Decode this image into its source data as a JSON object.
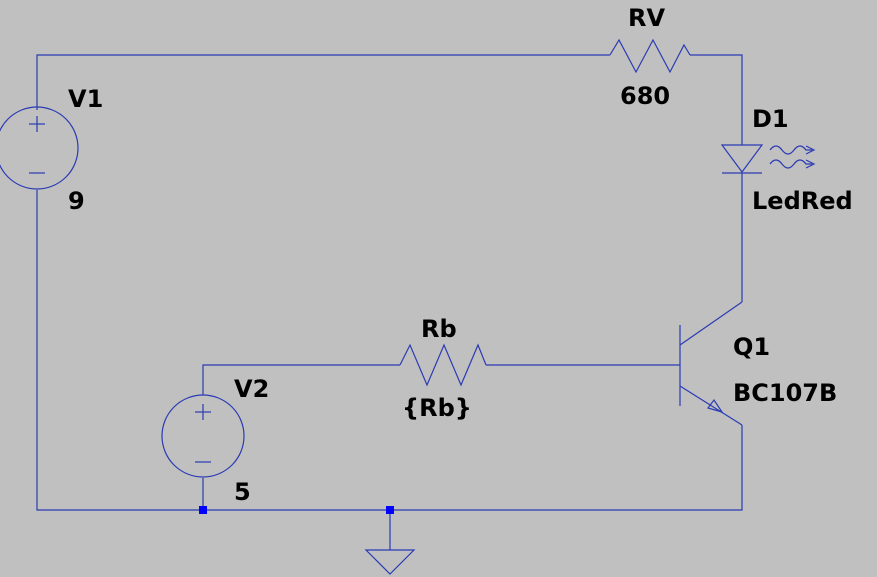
{
  "components": {
    "v1": {
      "ref": "V1",
      "value": "9"
    },
    "v2": {
      "ref": "V2",
      "value": "5"
    },
    "rv": {
      "ref": "RV",
      "value": "680"
    },
    "rb": {
      "ref": "Rb",
      "value": "{Rb}"
    },
    "d1": {
      "ref": "D1",
      "value": "LedRed"
    },
    "q1": {
      "ref": "Q1",
      "value": "BC107B"
    }
  },
  "colors": {
    "background": "#c0c0c0",
    "wire": "#2a3bb4",
    "junction": "#0000ff",
    "text": "#000000"
  }
}
